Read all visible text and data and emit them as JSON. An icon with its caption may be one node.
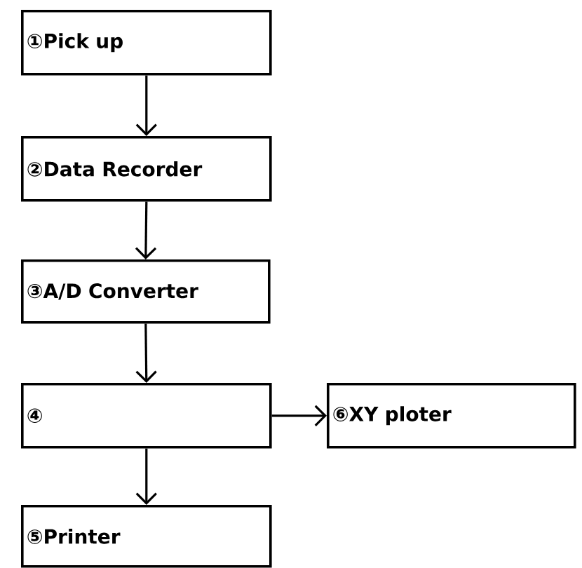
{
  "diagram": {
    "nodes": [
      {
        "text": [
          "①Pick up"
        ]
      },
      {
        "text": [
          "②Data Recorder"
        ]
      },
      {
        "text": [
          "③A/D Converter"
        ]
      },
      {
        "text": [
          "④"
        ]
      },
      {
        "text": [
          "⑤Printer"
        ]
      },
      {
        "text": [
          "⑥XY ploter"
        ]
      }
    ],
    "edges": [
      {
        "from": 0,
        "to": 1,
        "arrow": "to"
      },
      {
        "from": 1,
        "to": 2,
        "arrow": "to"
      },
      {
        "from": 2,
        "to": 3,
        "arrow": "to"
      },
      {
        "from": 3,
        "to": 5,
        "arrow": "to"
      },
      {
        "from": 3,
        "to": 4,
        "arrow": "to"
      }
    ]
  }
}
